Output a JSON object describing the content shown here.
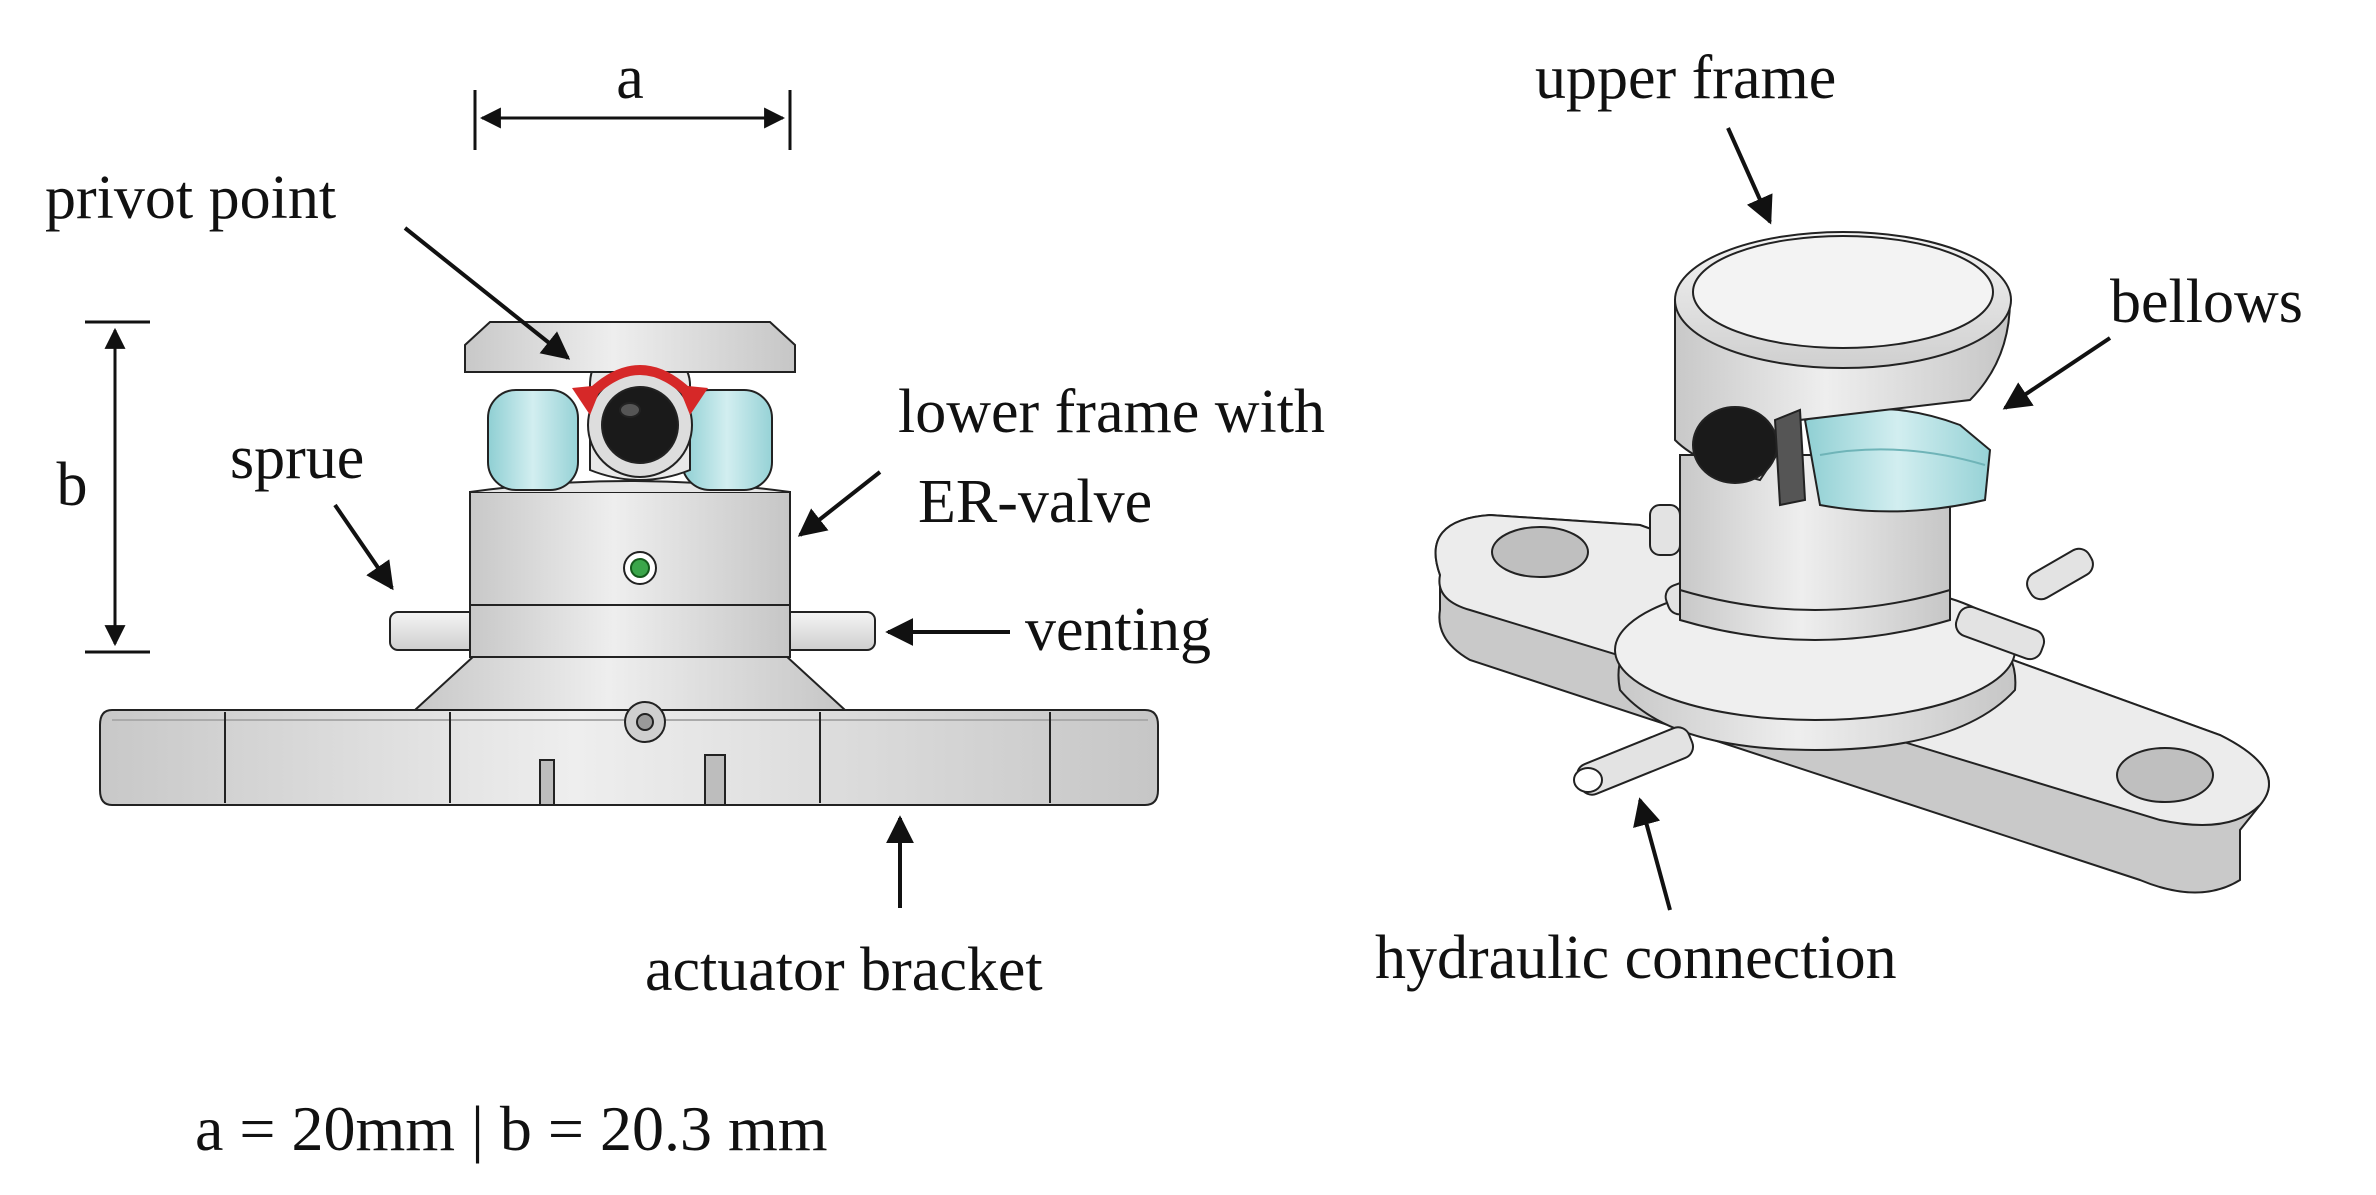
{
  "labels": {
    "dim_a": "a",
    "dim_b": "b",
    "pivot": "privot point",
    "sprue": "sprue",
    "lower_frame_line1": "lower frame with",
    "lower_frame_line2": "ER-valve",
    "venting": "venting",
    "actuator_bracket": "actuator bracket",
    "upper_frame": "upper frame",
    "bellows": "bellows",
    "hydraulic": "hydraulic connection"
  },
  "footer": "a = 20mm | b = 20.3 mm",
  "colors": {
    "metal": "#dcdcdc",
    "metal_dark": "#b9b9b9",
    "metal_light": "#f2f2f2",
    "bellows": "#b6e0e2",
    "pivot_arrow": "#d62828",
    "valve_green": "#3aa64a",
    "line": "#111111"
  }
}
